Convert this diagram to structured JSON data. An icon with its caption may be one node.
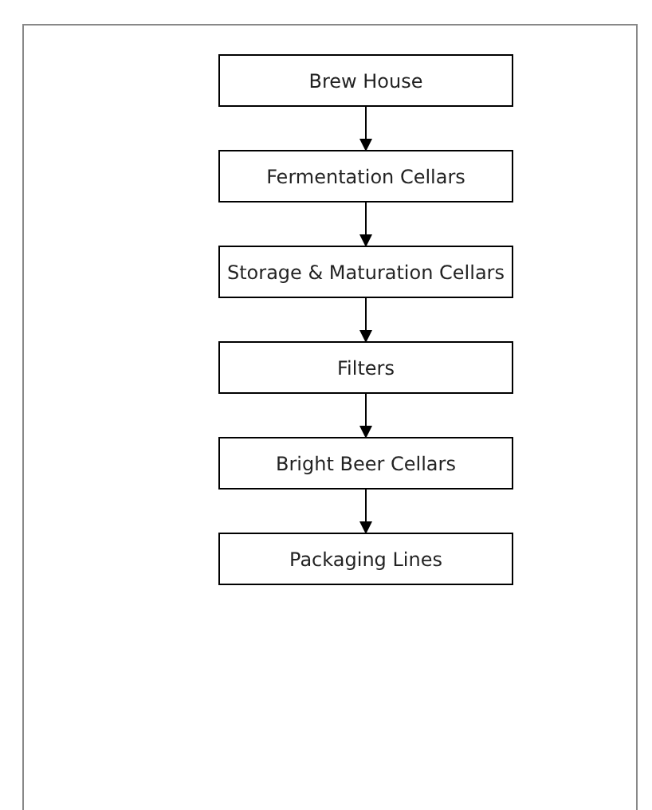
{
  "diagram": {
    "nodes": [
      {
        "text": [
          "Brew House"
        ]
      },
      {
        "text": [
          "Fermentation Cellars"
        ]
      },
      {
        "text": [
          "Storage & Maturation Cellars"
        ]
      },
      {
        "text": [
          "Filters"
        ]
      },
      {
        "text": [
          "Bright Beer Cellars"
        ]
      },
      {
        "text": [
          "Packaging Lines"
        ]
      }
    ],
    "edges": [
      {
        "from": 0,
        "to": 1,
        "arrow": "to"
      },
      {
        "from": 1,
        "to": 2,
        "arrow": "to"
      },
      {
        "from": 2,
        "to": 3,
        "arrow": "to"
      },
      {
        "from": 3,
        "to": 4,
        "arrow": "to"
      },
      {
        "from": 4,
        "to": 5,
        "arrow": "to"
      }
    ]
  }
}
